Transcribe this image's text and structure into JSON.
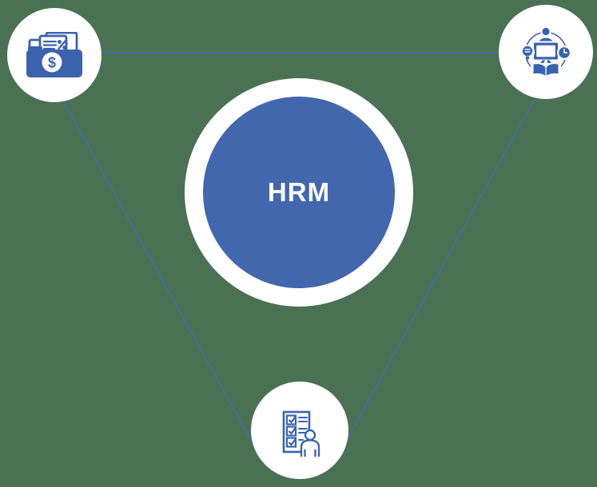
{
  "diagram": {
    "title": "HRM concept diagram",
    "center": {
      "label": "HRM"
    },
    "nodes": [
      {
        "id": "payroll",
        "icon": "payroll-folder-icon",
        "position": "top-left"
      },
      {
        "id": "training",
        "icon": "training-development-icon",
        "position": "top-right"
      },
      {
        "id": "recruitment",
        "icon": "recruitment-checklist-icon",
        "position": "bottom-center"
      }
    ],
    "colors": {
      "background_green": "#4b7154",
      "center_circle_blue": "#4267ad",
      "icon_blue": "#3a63ae",
      "connector_line_blue": "#3f6bcd",
      "node_white": "#ffffff",
      "center_label_text": "#ffffff"
    }
  }
}
